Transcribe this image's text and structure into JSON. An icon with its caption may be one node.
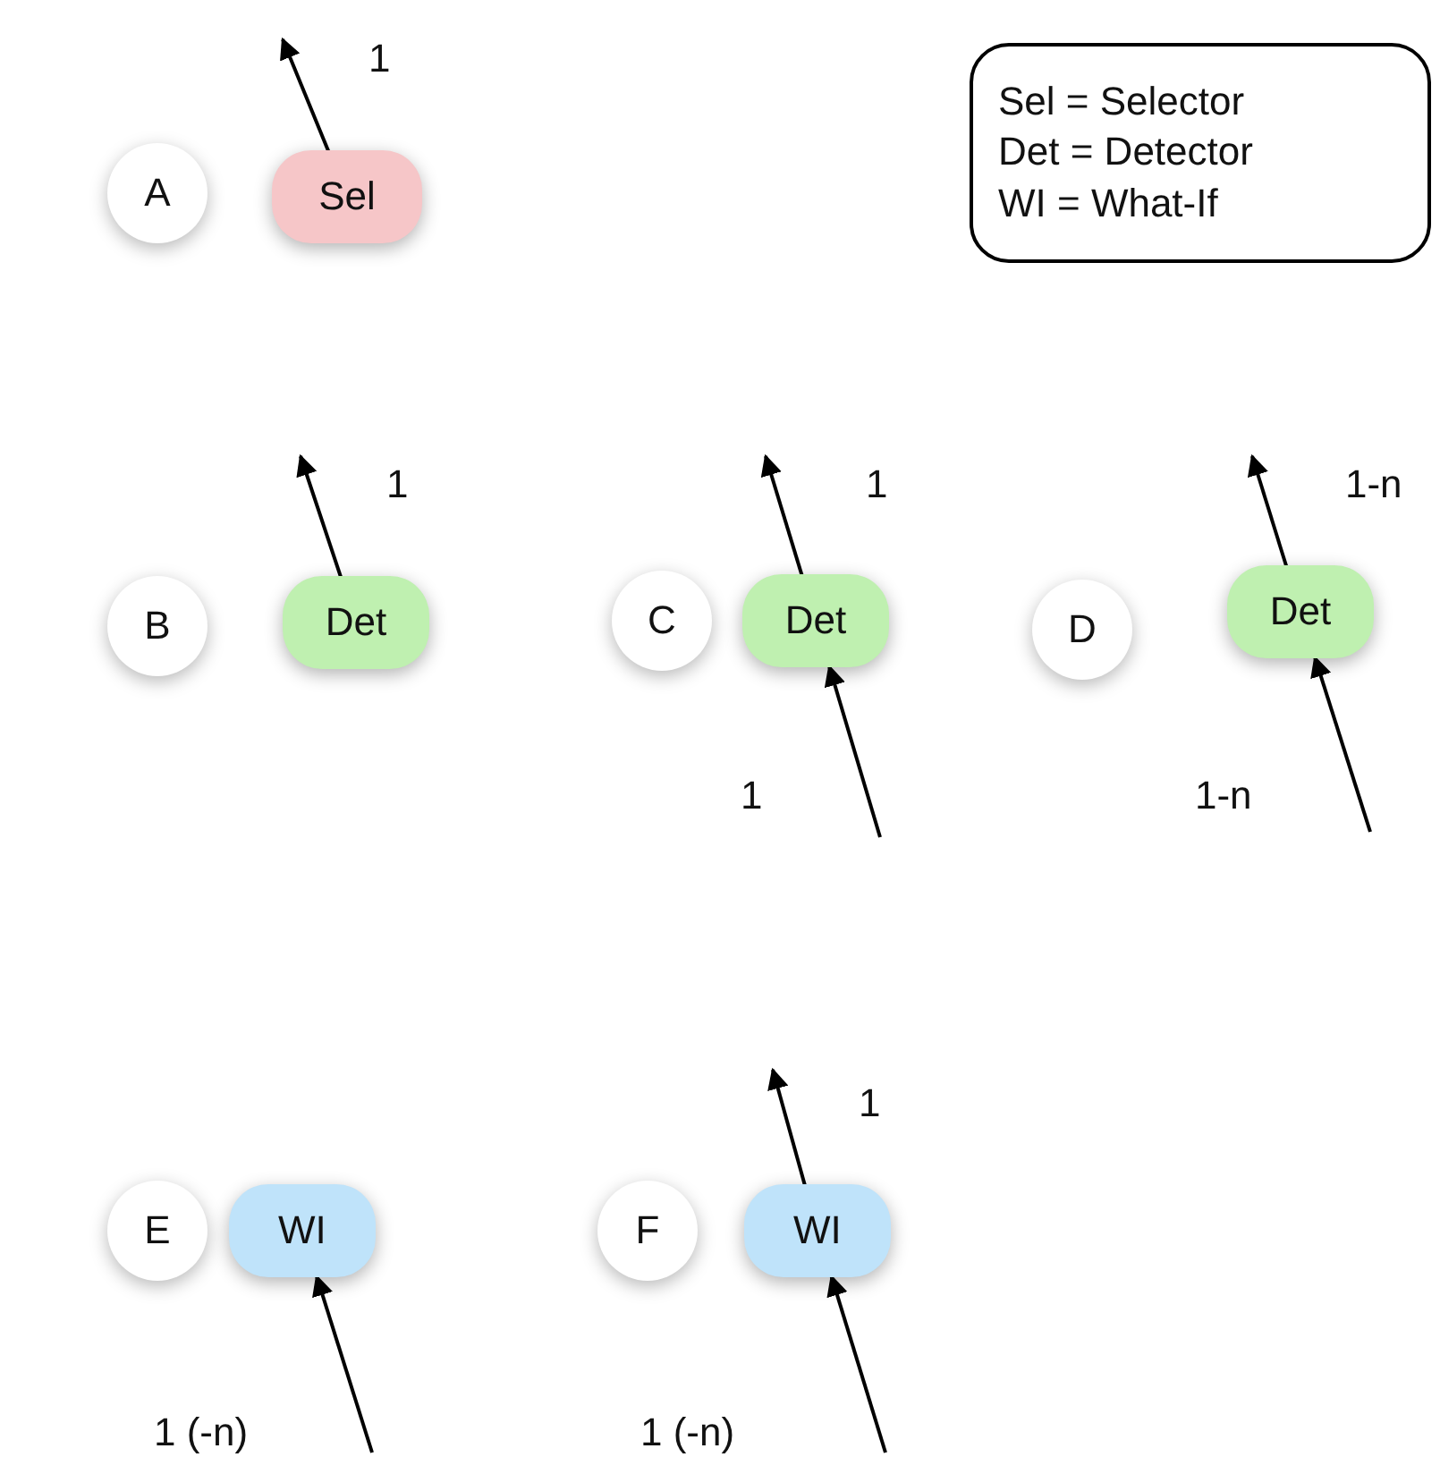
{
  "diagram": {
    "nodes": [
      {
        "text": [
          "A"
        ]
      },
      {
        "text": [
          "Sel"
        ]
      },
      {
        "text": [
          "Sel = Selector",
          "Det = Detector",
          "WI = What-If"
        ]
      },
      {
        "text": [
          "B"
        ]
      },
      {
        "text": [
          "Det"
        ]
      },
      {
        "text": [
          "C"
        ]
      },
      {
        "text": [
          "Det"
        ]
      },
      {
        "text": [
          "D"
        ]
      },
      {
        "text": [
          "Det"
        ]
      },
      {
        "text": [
          "E"
        ]
      },
      {
        "text": [
          "WI"
        ]
      },
      {
        "text": [
          "F"
        ]
      },
      {
        "text": [
          "WI"
        ]
      }
    ],
    "edges": [
      {
        "from": 1,
        "to": null,
        "arrow": "to",
        "label": "1"
      },
      {
        "from": 4,
        "to": null,
        "arrow": "to",
        "label": "1"
      },
      {
        "from": 6,
        "to": null,
        "arrow": "to",
        "label": "1"
      },
      {
        "from": null,
        "to": 6,
        "arrow": "to",
        "label": "1"
      },
      {
        "from": 8,
        "to": null,
        "arrow": "to",
        "label": "1-n"
      },
      {
        "from": null,
        "to": 8,
        "arrow": "to",
        "label": "1-n"
      },
      {
        "from": null,
        "to": 10,
        "arrow": "to",
        "label": "1 (-n)"
      },
      {
        "from": 12,
        "to": null,
        "arrow": "to",
        "label": "1"
      },
      {
        "from": null,
        "to": 12,
        "arrow": "to",
        "label": "1 (-n)"
      }
    ]
  }
}
